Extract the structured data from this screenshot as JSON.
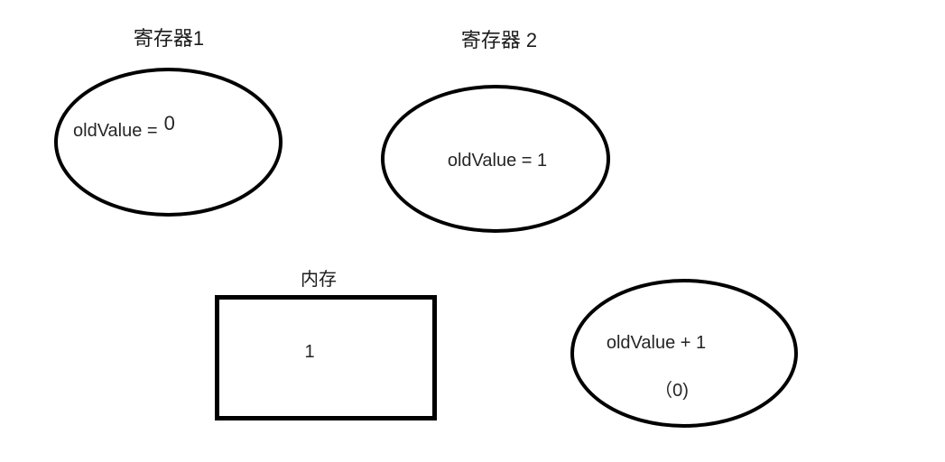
{
  "diagram": {
    "register1": {
      "title": "寄存器1",
      "content_base": "oldValue =",
      "content_sup": "0"
    },
    "register2": {
      "title": "寄存器 2",
      "content": "oldValue = 1"
    },
    "memory": {
      "title": "内存",
      "content": "1"
    },
    "temp_result": {
      "content_line1": "oldValue + 1",
      "content_line2": "（0)"
    }
  },
  "colors": {
    "stroke": "#000000",
    "background": "#ffffff",
    "text": "#262626"
  }
}
